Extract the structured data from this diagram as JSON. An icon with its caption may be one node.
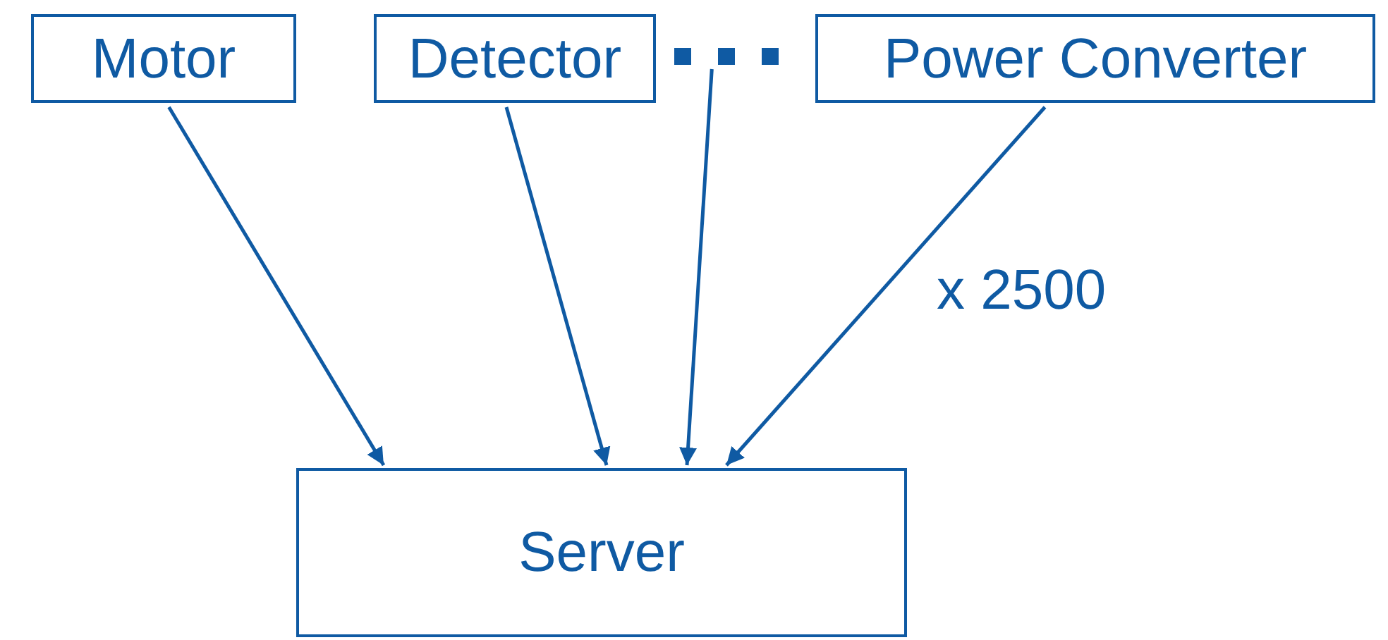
{
  "diagram": {
    "nodes": [
      {
        "text": [
          "Motor"
        ]
      },
      {
        "text": [
          "Detector"
        ]
      },
      {
        "text": [],
        "shape": "dots"
      },
      {
        "text": [
          "Power Converter"
        ]
      },
      {
        "text": [
          "Server"
        ]
      }
    ],
    "edges": [
      {
        "from": 0,
        "to": 4,
        "arrow": "to"
      },
      {
        "from": 1,
        "to": 4,
        "arrow": "to"
      },
      {
        "from": 2,
        "to": 4,
        "arrow": "to"
      },
      {
        "from": 3,
        "to": 4,
        "arrow": "to"
      }
    ],
    "labels": [
      "x 2500"
    ]
  }
}
